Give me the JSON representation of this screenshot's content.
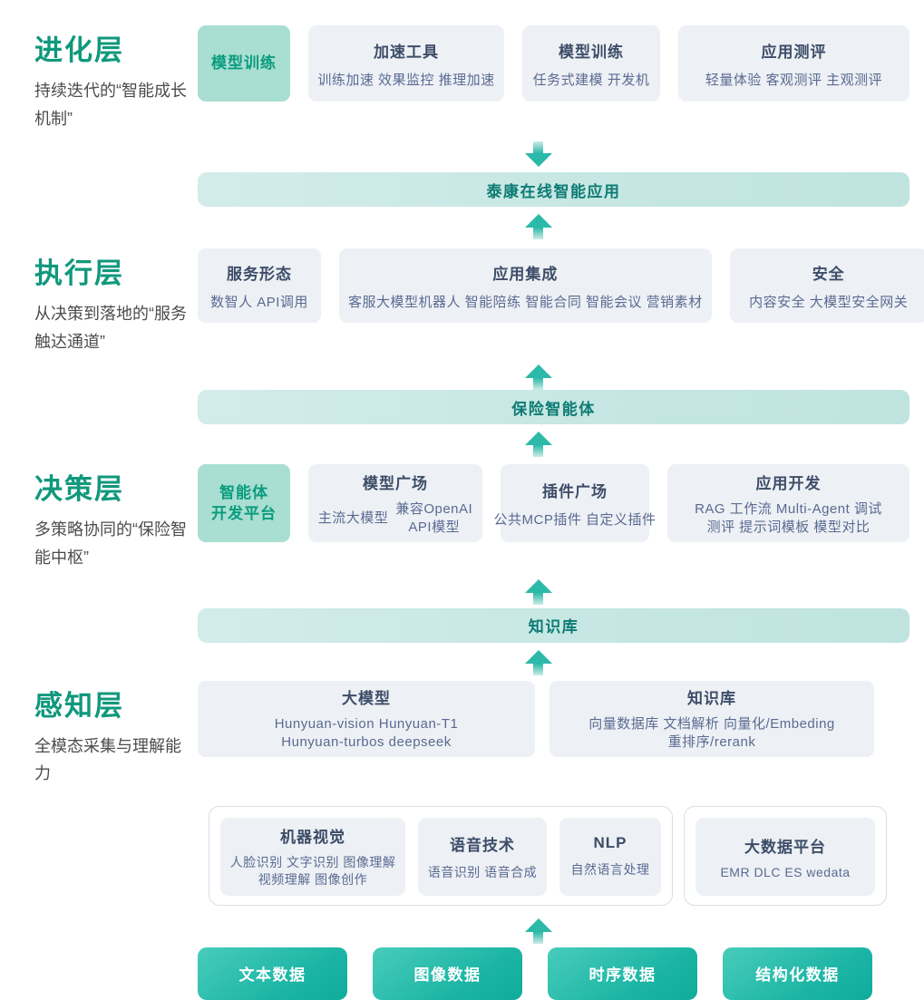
{
  "colors": {
    "accent_green": "#10987c",
    "gray_box_bg": "#edf0f4",
    "box_title": "#3d4d68",
    "box_sub": "#5a6a92",
    "accent_box_bg": "#a9ded3",
    "accent_box_text": "#0a9c7e",
    "bar_bg": "#c6e7e3",
    "bar_text": "#0d7b73",
    "arrow": "#2cb9a9",
    "data_box_gradient_start": "#48ccbb",
    "data_box_gradient_end": "#0fab9b"
  },
  "layers": {
    "evolution": {
      "title": "进化层",
      "desc": "持续迭代的“智能成长机制”",
      "accent_box": "模型训练",
      "boxes": [
        {
          "title": "加速工具",
          "sub": "训练加速 效果监控 推理加速"
        },
        {
          "title": "模型训练",
          "sub": "任务式建模 开发机"
        },
        {
          "title": "应用测评",
          "sub": "轻量体验 客观测评 主观测评"
        }
      ]
    },
    "execution": {
      "title": "执行层",
      "desc": "从决策到落地的“服务触达通道”",
      "boxes": [
        {
          "title": "服务形态",
          "sub": "数智人 API调用"
        },
        {
          "title": "应用集成",
          "sub": "客服大模型机器人 智能陪练 智能合同 智能会议 营销素材"
        },
        {
          "title": "安全",
          "sub": "内容安全 大模型安全网关"
        }
      ]
    },
    "decision": {
      "title": "决策层",
      "desc": "多策略协同的“保险智能中枢”",
      "accent_box_line1": "智能体",
      "accent_box_line2": "开发平台",
      "model_square": {
        "title": "模型广场",
        "sub_a": "主流大模型",
        "sub_b1": "兼容OpenAI",
        "sub_b2": "API模型"
      },
      "plugin_square": {
        "title": "插件广场",
        "sub": "公共MCP插件 自定义插件"
      },
      "app_dev": {
        "title": "应用开发",
        "sub1": "RAG 工作流 Multi-Agent 调试",
        "sub2": "测评 提示词模板 模型对比"
      }
    },
    "perception": {
      "title": "感知层",
      "desc": "全模态采集与理解能力",
      "llm_box": {
        "title": "大模型",
        "sub1": "Hunyuan-vision Hunyuan-T1",
        "sub2": "Hunyuan-turbos deepseek"
      },
      "kb_box": {
        "title": "知识库",
        "sub1": "向量数据库 文档解析 向量化/Embeding",
        "sub2": "重排序/rerank"
      },
      "cv_box": {
        "title": "机器视觉",
        "sub1": "人脸识别 文字识别 图像理解",
        "sub2": "视频理解 图像创作"
      },
      "asr_box": {
        "title": "语音技术",
        "sub": "语音识别 语音合成"
      },
      "nlp_box": {
        "title": "NLP",
        "sub": "自然语言处理"
      },
      "bigdata_box": {
        "title": "大数据平台",
        "sub": "EMR DLC ES wedata"
      }
    }
  },
  "bars": {
    "app_bar": "泰康在线智能应用",
    "agent_bar": "保险智能体",
    "kb_bar": "知识库"
  },
  "data_sources": [
    "文本数据",
    "图像数据",
    "时序数据",
    "结构化数据"
  ]
}
